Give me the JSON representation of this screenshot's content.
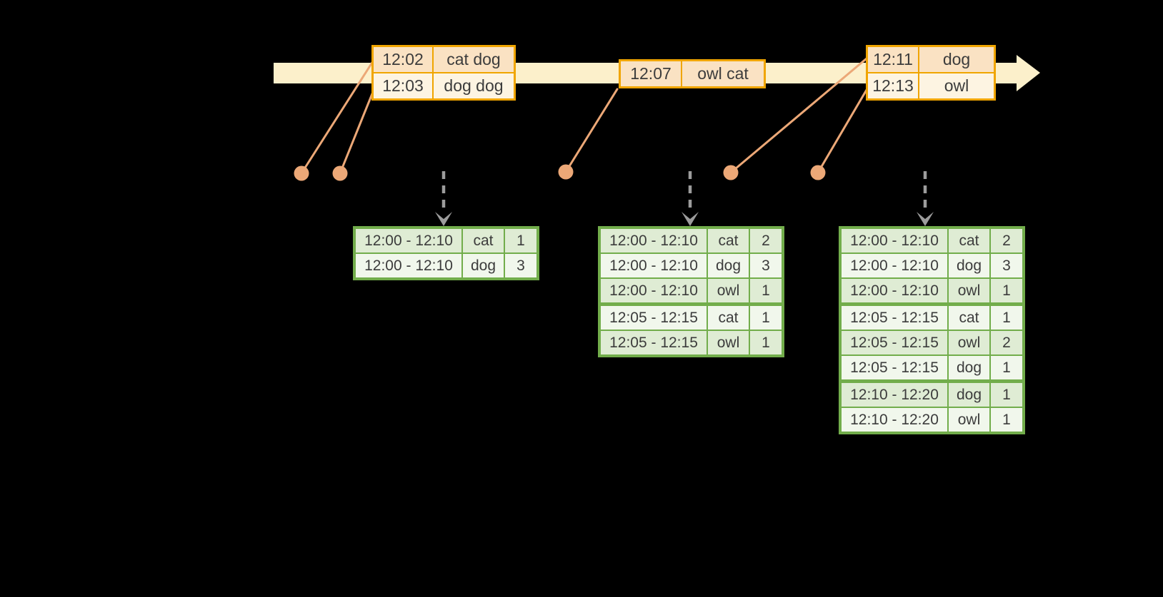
{
  "colors": {
    "background": "#000000",
    "timeline-band": "#FCF0CB",
    "orange-border": "#F0A500",
    "orange-row-dark": "#FAE2C3",
    "orange-row-light": "#FDF4E2",
    "connector": "#ECA877",
    "green-border": "#72AD4B",
    "green-row-dark": "#DFECD4",
    "green-row-light": "#F1F7EC",
    "arrow-gray": "#9C9C9C",
    "text": "#3C3C3C"
  },
  "timeline": {
    "event_tables": [
      {
        "rows": [
          {
            "cells": [
              "12:02",
              "cat dog"
            ]
          },
          {
            "cells": [
              "12:03",
              "dog dog"
            ]
          }
        ]
      },
      {
        "rows": [
          {
            "cells": [
              "12:07",
              "owl cat"
            ]
          }
        ]
      },
      {
        "rows": [
          {
            "cells": [
              "12:11",
              "dog"
            ]
          },
          {
            "cells": [
              "12:13",
              "owl"
            ]
          }
        ]
      }
    ]
  },
  "result_tables": [
    {
      "rows": [
        {
          "cells": [
            "12:00 - 12:10",
            "cat",
            "1"
          ]
        },
        {
          "cells": [
            "12:00 - 12:10",
            "dog",
            "3"
          ]
        }
      ]
    },
    {
      "rows": [
        {
          "cells": [
            "12:00 - 12:10",
            "cat",
            "2"
          ]
        },
        {
          "cells": [
            "12:00 - 12:10",
            "dog",
            "3"
          ]
        },
        {
          "cells": [
            "12:00 - 12:10",
            "owl",
            "1"
          ]
        },
        {
          "cells": [
            "12:05 - 12:15",
            "cat",
            "1"
          ],
          "sep": true
        },
        {
          "cells": [
            "12:05 - 12:15",
            "owl",
            "1"
          ]
        }
      ]
    },
    {
      "rows": [
        {
          "cells": [
            "12:00 - 12:10",
            "cat",
            "2"
          ]
        },
        {
          "cells": [
            "12:00 - 12:10",
            "dog",
            "3"
          ]
        },
        {
          "cells": [
            "12:00 - 12:10",
            "owl",
            "1"
          ]
        },
        {
          "cells": [
            "12:05 - 12:15",
            "cat",
            "1"
          ],
          "sep": true
        },
        {
          "cells": [
            "12:05 - 12:15",
            "owl",
            "2"
          ]
        },
        {
          "cells": [
            "12:05 - 12:15",
            "dog",
            "1"
          ]
        },
        {
          "cells": [
            "12:10 - 12:20",
            "dog",
            "1"
          ],
          "sep": true
        },
        {
          "cells": [
            "12:10 - 12:20",
            "owl",
            "1"
          ]
        }
      ]
    }
  ]
}
